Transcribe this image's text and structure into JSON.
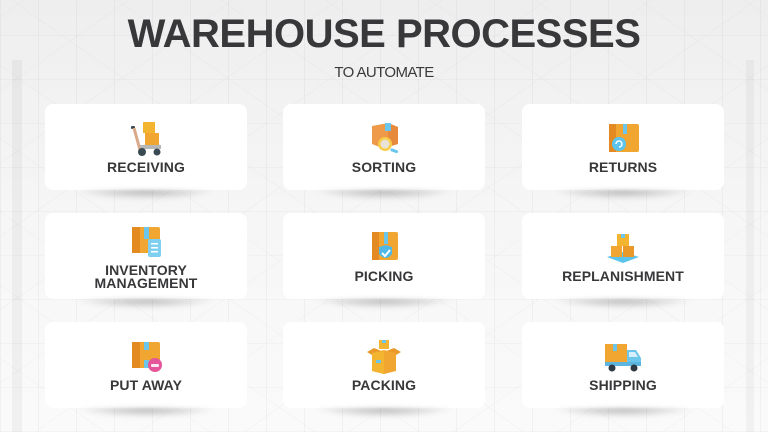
{
  "header": {
    "title": "WAREHOUSE PROCESSES",
    "subtitle": "TO AUTOMATE"
  },
  "colors": {
    "text": "#38383a",
    "box_orange": "#f0a630",
    "accent_blue": "#5bc3ec",
    "accent_pink": "#e4559a",
    "card_bg": "#ffffff"
  },
  "processes": [
    {
      "label": "RECEIVING",
      "icon": "hand-truck-boxes-icon"
    },
    {
      "label": "SORTING",
      "icon": "box-magnifier-icon"
    },
    {
      "label": "RETURNS",
      "icon": "box-return-icon"
    },
    {
      "label": "INVENTORY\nMANAGEMENT",
      "icon": "box-clipboard-icon"
    },
    {
      "label": "PICKING",
      "icon": "box-shield-check-icon"
    },
    {
      "label": "REPLANISHMENT",
      "icon": "stacked-boxes-pallet-icon"
    },
    {
      "label": "PUT AWAY",
      "icon": "box-pink-badge-icon"
    },
    {
      "label": "PACKING",
      "icon": "open-box-icon"
    },
    {
      "label": "SHIPPING",
      "icon": "delivery-truck-icon"
    }
  ]
}
